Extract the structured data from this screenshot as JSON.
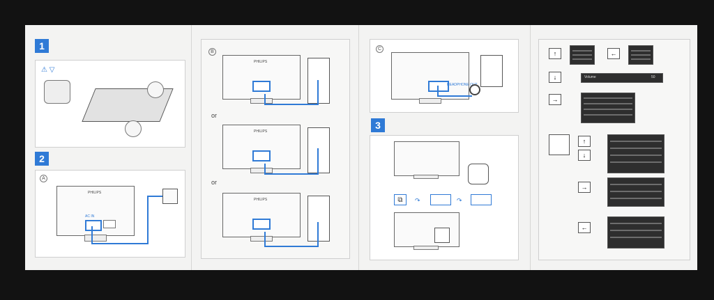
{
  "steps": {
    "one": "1",
    "two": "2",
    "three": "3"
  },
  "circles": {
    "a": "A",
    "b": "B",
    "c": "C"
  },
  "labels": {
    "philips_a": "PHILIPS",
    "philips_b1": "PHILIPS",
    "philips_b2": "PHILIPS",
    "philips_b3": "PHILIPS",
    "ac_in": "AC IN",
    "headphone_out": "HEADPHONE OUT",
    "or1": "or",
    "or2": "or"
  },
  "menu": {
    "volume_label": "Volume",
    "volume_value": "50"
  },
  "icons": {
    "arrow_up": "↑",
    "arrow_down": "↓",
    "arrow_right": "→",
    "arrow_left": "←"
  },
  "colors": {
    "accent": "#2f7ad6"
  }
}
